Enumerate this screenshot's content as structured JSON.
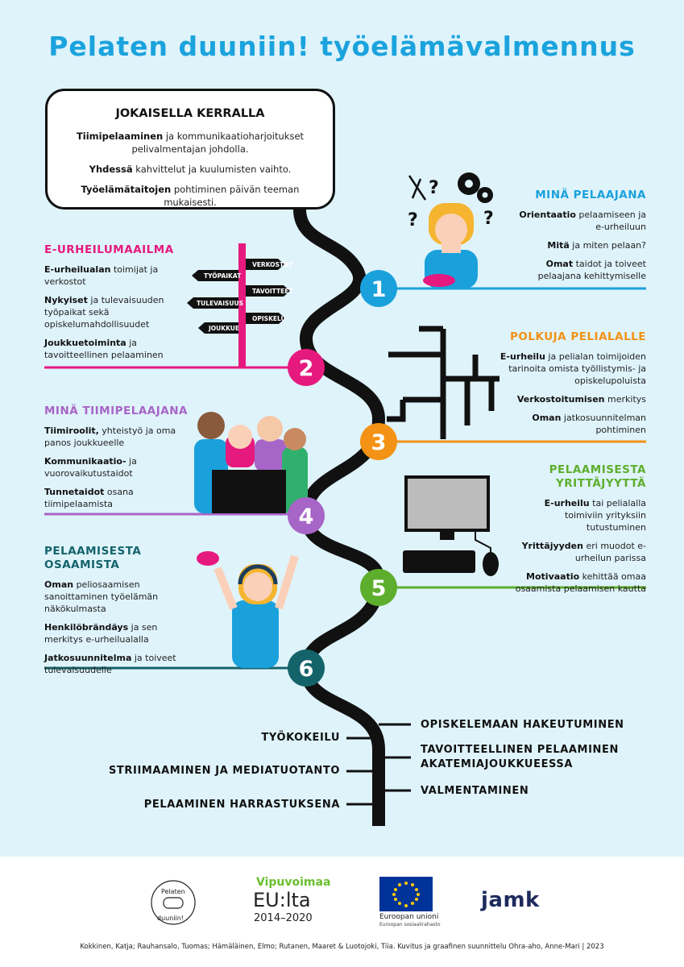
{
  "title": "Pelaten duuniin! työelämävalmennus",
  "callout": {
    "heading": "JOKAISELLA KERRALLA",
    "lines": [
      {
        "bold": "Tiimipelaaminen",
        "rest": " ja kommunikaatioharjoitukset pelivalmentajan johdolla."
      },
      {
        "bold": "Yhdessä",
        "rest": " kahvittelut ja kuulumisten vaihto."
      },
      {
        "bold": "Työelämätaitojen",
        "rest": " pohtiminen päivän teeman mukaisesti."
      }
    ]
  },
  "colors": {
    "title": "#1ba3dd",
    "s1": "#1aa1dc",
    "s2": "#e6197e",
    "s3": "#f39214",
    "s4": "#a765c7",
    "s5": "#5eae2d",
    "s6": "#14636b",
    "road": "#111111",
    "background": "#dff3fb"
  },
  "steps": [
    {
      "num": "1",
      "heading": "MINÄ PELAAJANA",
      "lines": [
        {
          "bold": "Orientaatio",
          "rest": " pelaamiseen ja e-urheiluun"
        },
        {
          "bold": "Mitä",
          "rest": " ja miten pelaan?"
        },
        {
          "bold": "Omat",
          "rest": " taidot ja toiveet pelaajana kehittymiselle"
        }
      ]
    },
    {
      "num": "2",
      "heading": "E-URHEILUMAAILMA",
      "lines": [
        {
          "bold": "E-urheilualan",
          "rest": " toimijat ja verkostot"
        },
        {
          "bold": "Nykyiset",
          "rest": " ja tulevaisuuden työpaikat sekä opiskelumahdollisuudet"
        },
        {
          "bold": "Joukkuetoiminta",
          "rest": " ja tavoitteellinen pelaaminen"
        }
      ]
    },
    {
      "num": "3",
      "heading": "POLKUJA PELIALALLE",
      "lines": [
        {
          "bold": "E-urheilu",
          "rest": " ja pelialan toimijoiden tarinoita omista työllistymis- ja opiskelupoluista"
        },
        {
          "bold": "Verkostoitumisen",
          "rest": " merkitys"
        },
        {
          "bold": "Oman",
          "rest": " jatkosuunnitelman pohtiminen"
        }
      ]
    },
    {
      "num": "4",
      "heading": "MINÄ TIIMIPELAAJANA",
      "lines": [
        {
          "bold": "Tiimiroolit,",
          "rest": " yhteistyö ja oma panos joukkueelle"
        },
        {
          "bold": "Kommunikaatio-",
          "rest": " ja vuorovaikutustaidot"
        },
        {
          "bold": "Tunnetaidot",
          "rest": " osana tiimipelaamista"
        }
      ]
    },
    {
      "num": "5",
      "heading": "PELAAMISESTA YRITTÄJYYTTÄ",
      "lines": [
        {
          "bold": "E-urheilu",
          "rest": " tai pelialalla toimiviin yrityksiin tutustuminen"
        },
        {
          "bold": "Yrittäjyyden",
          "rest": " eri muodot e-urheilun parissa"
        },
        {
          "bold": "Motivaatio",
          "rest": " kehittää omaa osaamista pelaamisen kautta"
        }
      ]
    },
    {
      "num": "6",
      "heading": "PELAAMISESTA OSAAMISTA",
      "lines": [
        {
          "bold": "Oman",
          "rest": " peliosaamisen sanoittaminen työelämän näkökulmasta"
        },
        {
          "bold": "Henkilöbrändäys",
          "rest": " ja sen merkitys e-urheilualalla"
        },
        {
          "bold": "Jatkosuunnitelma",
          "rest": " ja toiveet tulevaisuudelle"
        }
      ]
    }
  ],
  "signpost": [
    "TYÖPAIKAT",
    "TULEVAISUUS",
    "JOUKKUE",
    "VERKOSTOT",
    "TAVOITTEET",
    "OPISKELU"
  ],
  "outcomes": {
    "left": [
      "TYÖKOKEILU",
      "STRIIMAAMINEN JA MEDIATUOTANTO",
      "PELAAMINEN HARRASTUKSENA"
    ],
    "right": [
      "OPISKELEMAAN HAKEUTUMINEN",
      "TAVOITTEELLINEN PELAAMINEN",
      "AKATEMIAJOUKKUEESSA",
      "VALMENTAMINEN"
    ]
  },
  "logos": {
    "pelaten_top": "Pelaten",
    "pelaten_bottom": "duuniin!",
    "vipuvoimaa": "Vipuvoimaa",
    "eulta": "EU:lta",
    "years": "2014–2020",
    "eu_name": "Euroopan unioni",
    "eu_fund": "Euroopan sosiaalirahasto",
    "jamk": "jamk"
  },
  "credits": "Kokkinen, Katja; Rauhansalo, Tuomas; Hämäläinen, Elmo; Rutanen, Maaret & Luotojoki, Tiia. Kuvitus ja graafinen suunnittelu Ohra-aho, Anne-Mari | 2023"
}
